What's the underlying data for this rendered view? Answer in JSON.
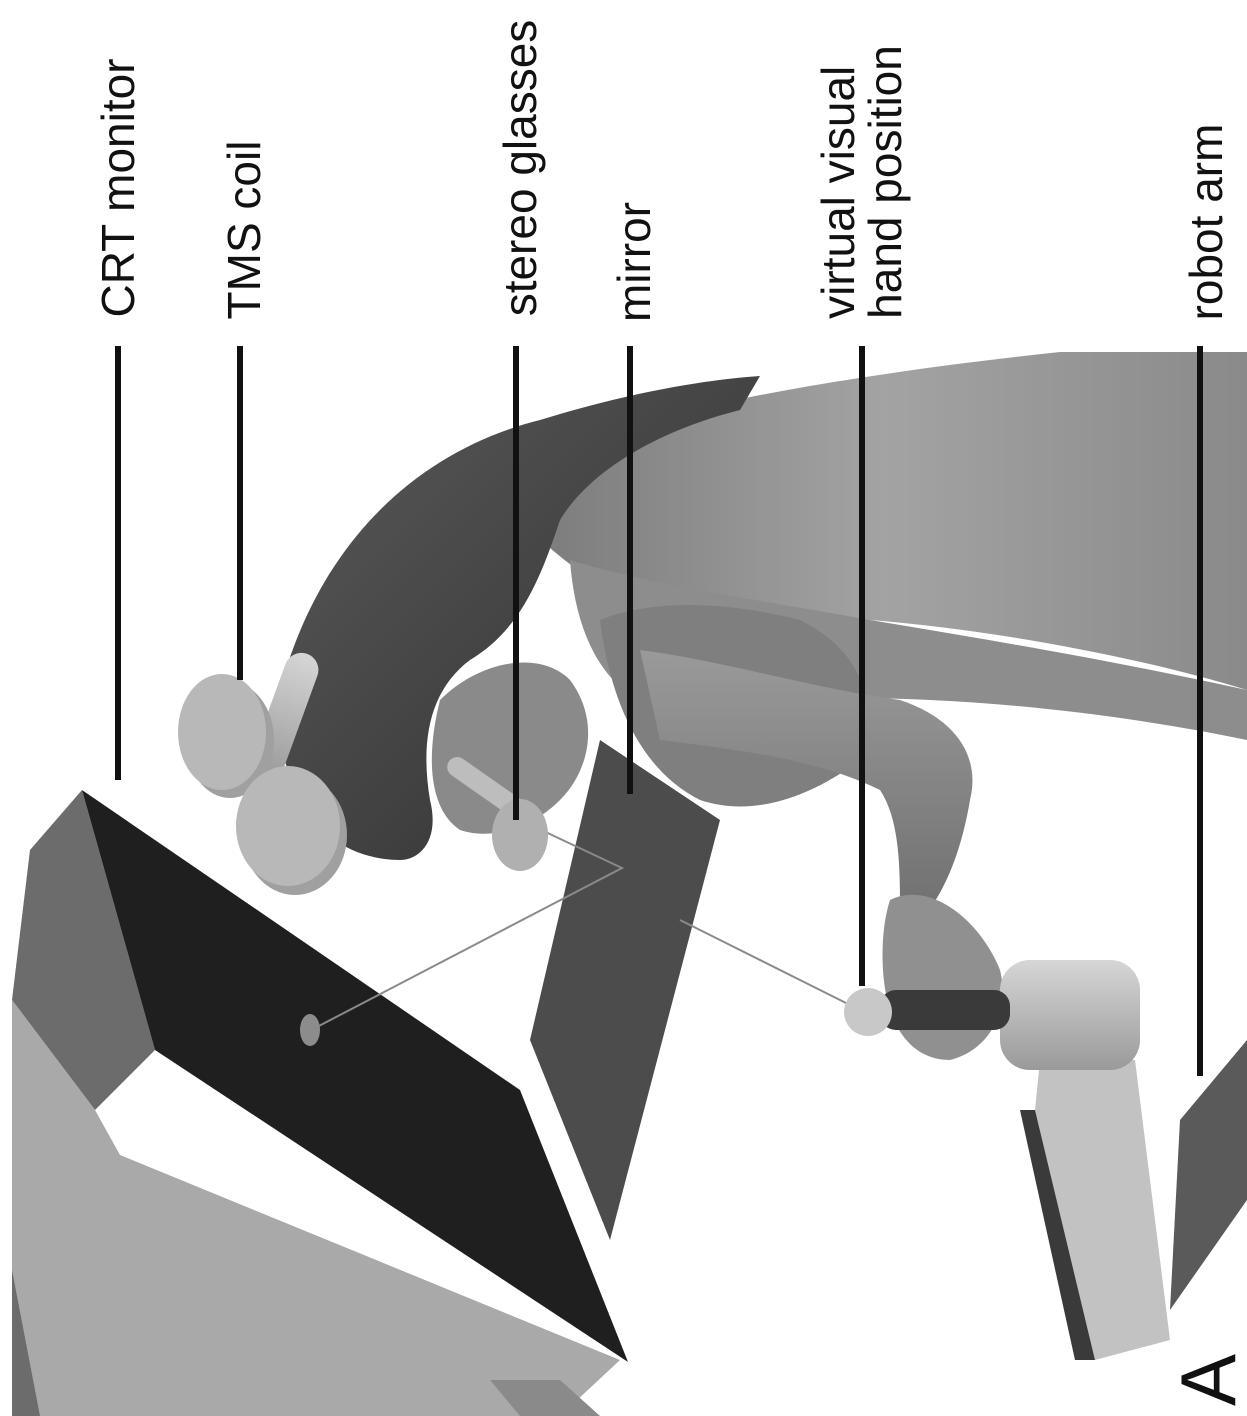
{
  "labels": {
    "crt_monitor": "CRT monitor",
    "tms_coil": "TMS coil",
    "stereo_glasses": "stereo glasses",
    "mirror": "mirror",
    "virtual_hand": "virtual visual\nhand position",
    "robot_arm": "robot arm"
  },
  "panel_letter": "A",
  "colors": {
    "monitor_screen": "#1f1f1f",
    "monitor_body": "#a8a8a8",
    "monitor_side": "#6a6a6a",
    "coil": "#b4b4b4",
    "mirror": "#4c4c4c",
    "robot": "#c2c2c2",
    "robot_dark": "#3a3a3a",
    "skin": "#8f8f8f",
    "hair": "#3e3e3e",
    "leader_line": "#111111"
  }
}
